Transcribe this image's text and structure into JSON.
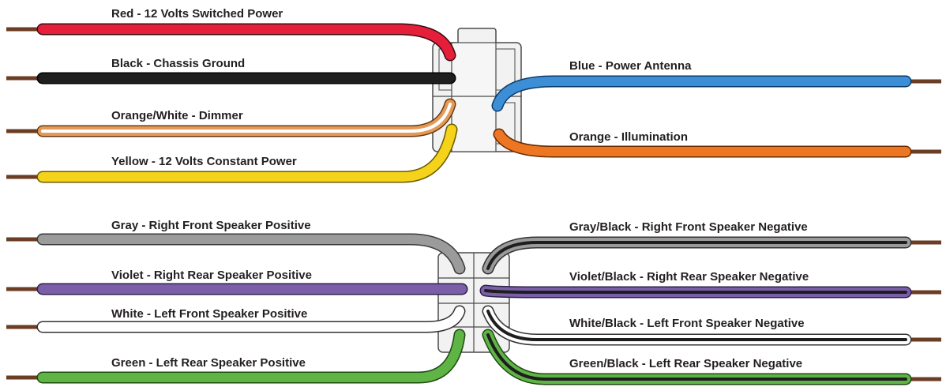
{
  "colors": {
    "red": "#e51f3a",
    "black": "#1e1e1e",
    "orange_white": "#e39a57",
    "yellow": "#f4d31a",
    "blue": "#3c8fd6",
    "orange": "#ec7622",
    "gray": "#9b9b9b",
    "violet": "#7b5ea8",
    "white": "#ffffff",
    "green": "#5fb446",
    "copper": "#6b3d24",
    "connector": "#f2f2f2",
    "outline": "#4a4a4a"
  },
  "wires": {
    "red": "Red - 12 Volts Switched Power",
    "black": "Black - Chassis Ground",
    "orange_white": "Orange/White - Dimmer",
    "yellow": "Yellow - 12 Volts Constant Power",
    "blue": "Blue - Power Antenna",
    "orange": "Orange - Illumination",
    "gray": "Gray - Right Front Speaker Positive",
    "violet": "Violet - Right Rear Speaker Positive",
    "white": "White - Left Front Speaker Positive",
    "green": "Green - Left Rear Speaker Positive",
    "gray_black": "Gray/Black - Right Front Speaker Negative",
    "violet_black": "Violet/Black - Right Rear Speaker Negative",
    "white_black": "White/Black - Left Front Speaker Negative",
    "green_black": "Green/Black - Left Rear Speaker Negative"
  }
}
